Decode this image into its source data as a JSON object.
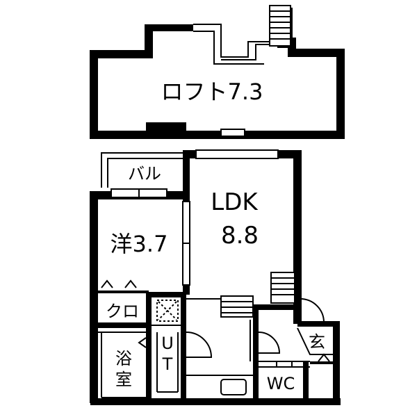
{
  "floor_plan": {
    "rooms": {
      "loft": "ロフト7.3",
      "balcony": "バル",
      "western_room": "洋3.7",
      "ldk_line1": "LDK",
      "ldk_line2": "8.8",
      "closet": "クロ",
      "utility_u": "U",
      "utility_t": "T",
      "bath_line1": "浴",
      "bath_line2": "室",
      "toilet": "WC",
      "entrance": "玄"
    },
    "colors": {
      "wall": "#000000",
      "background": "#ffffff"
    }
  }
}
